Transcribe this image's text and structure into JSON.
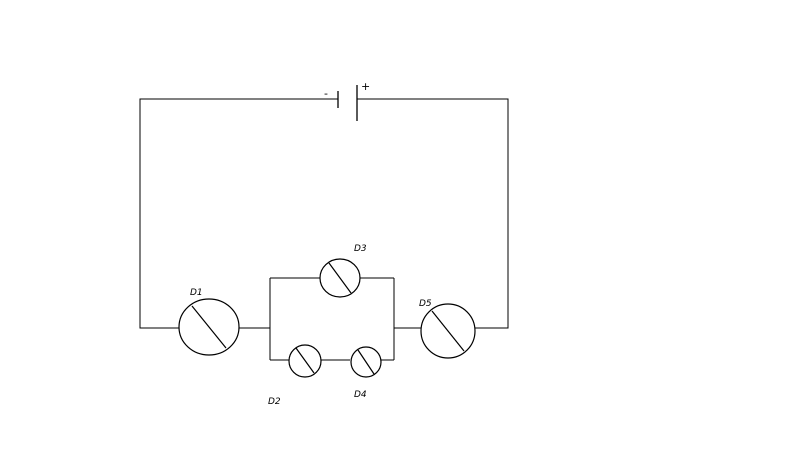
{
  "battery": {
    "negative_sign": "-",
    "positive_sign": "+"
  },
  "bulbs": [
    {
      "id": "D1",
      "label": "D1"
    },
    {
      "id": "D2",
      "label": "D2"
    },
    {
      "id": "D3",
      "label": "D3"
    },
    {
      "id": "D4",
      "label": "D4"
    },
    {
      "id": "D5",
      "label": "D5"
    }
  ],
  "colors": {
    "line": "#000000",
    "background": "#ffffff"
  }
}
